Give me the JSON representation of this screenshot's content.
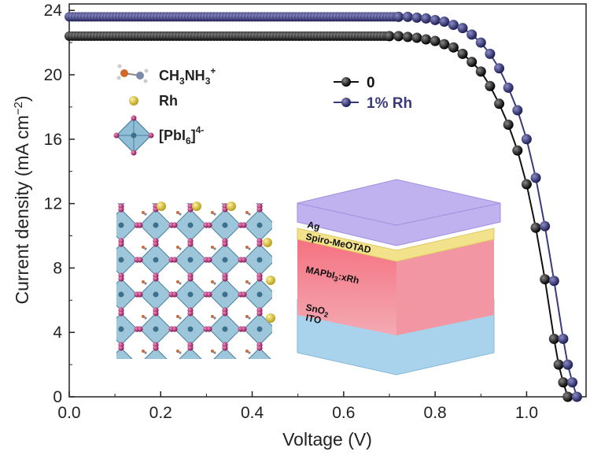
{
  "chart_data": {
    "type": "scatter",
    "xlabel": "Voltage (V)",
    "ylabel": "Current density (mA cm",
    "ylabel_sup": "−2",
    "ylabel_close": ")",
    "xlim": [
      0,
      1.13
    ],
    "ylim": [
      0,
      24.4
    ],
    "xticks": [
      "0.0",
      "0.2",
      "0.4",
      "0.6",
      "0.8",
      "1.0"
    ],
    "xtick_values": [
      0,
      0.2,
      0.4,
      0.6,
      0.8,
      1.0
    ],
    "yticks": [
      "0",
      "4",
      "8",
      "12",
      "16",
      "20",
      "24"
    ],
    "ytick_values": [
      0,
      4,
      8,
      12,
      16,
      20,
      24
    ],
    "grid": false,
    "legend_position": "upper-middle",
    "series": [
      {
        "name": "0",
        "color": "#111111",
        "x": [
          0.7,
          0.72,
          0.74,
          0.76,
          0.78,
          0.8,
          0.82,
          0.84,
          0.86,
          0.88,
          0.9,
          0.92,
          0.94,
          0.96,
          0.98,
          1.0,
          1.02,
          1.04,
          1.06,
          1.07,
          1.08,
          1.09
        ],
        "y": [
          22.4,
          22.4,
          22.35,
          22.3,
          22.2,
          22.1,
          21.9,
          21.7,
          21.3,
          20.8,
          20.2,
          19.3,
          18.2,
          16.9,
          15.3,
          13.2,
          10.5,
          7.3,
          3.6,
          2.0,
          0.9,
          0.0
        ]
      },
      {
        "name": "1% Rh",
        "color": "#3a3a7a",
        "x": [
          0.72,
          0.74,
          0.76,
          0.78,
          0.8,
          0.82,
          0.84,
          0.86,
          0.88,
          0.9,
          0.92,
          0.94,
          0.96,
          0.98,
          1.0,
          1.02,
          1.04,
          1.06,
          1.08,
          1.09,
          1.1,
          1.11
        ],
        "y": [
          23.6,
          23.6,
          23.55,
          23.5,
          23.4,
          23.3,
          23.1,
          22.9,
          22.5,
          22.0,
          21.3,
          20.4,
          19.2,
          17.8,
          16.0,
          13.6,
          10.6,
          7.2,
          3.6,
          2.0,
          0.9,
          0.0
        ]
      }
    ],
    "annotations": {
      "ion1": "CH",
      "ion1_sub1": "3",
      "ion1_mid": "NH",
      "ion1_sub2": "3",
      "ion1_sup": "+",
      "ion2": "Rh",
      "ion3": "[PbI",
      "ion3_sub": "6",
      "ion3_close": "]",
      "ion3_sup": "4-"
    },
    "device_layers": {
      "ag": "Ag",
      "htl": "Spiro-MeOTAD",
      "absorber": "MAPbI",
      "absorber_sub": "3",
      "absorber_tail": ":xRh",
      "etl": "SnO",
      "etl_sub": "2",
      "tco": "ITO"
    },
    "colors": {
      "series0": "#111111",
      "series1": "#3a3a7a",
      "ag": "#b3a4e8",
      "htl": "#f2e38a",
      "absorber": "#f08a9a",
      "etl": "#a6d6f2",
      "octahedron": "#6fa8c8",
      "iodide": "#b0306a",
      "rh": "#d8c53a"
    }
  }
}
